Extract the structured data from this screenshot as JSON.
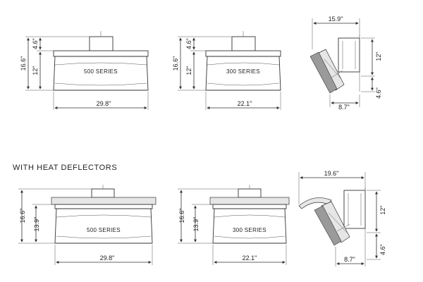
{
  "top_row": {
    "heater_500": {
      "series_label": "500 SERIES",
      "width": "29.8\"",
      "height_total": "16.6\"",
      "mount": "4.6\"",
      "body": "12\""
    },
    "heater_300": {
      "series_label": "300 SERIES",
      "width": "22.1\"",
      "height_total": "16.6\"",
      "mount": "4.6\"",
      "body": "12\""
    },
    "side_view": {
      "depth": "15.9\"",
      "body": "12\"",
      "mount": "4.6\"",
      "base": "8.7\""
    }
  },
  "section_title": "WITH HEAT DEFLECTORS",
  "bottom_row": {
    "heater_500": {
      "series_label": "500 SERIES",
      "width": "29.8\"",
      "height_total": "16.6\"",
      "body": "13.9\""
    },
    "heater_300": {
      "series_label": "300 SERIES",
      "width": "22.1\"",
      "height_total": "16.6\"",
      "body": "13.9\""
    },
    "side_view": {
      "depth": "19.6\"",
      "body": "12\"",
      "mount": "4.6\"",
      "base": "8.7\""
    }
  },
  "colors": {
    "line": "#333333",
    "shade": "#e6e6e6"
  }
}
